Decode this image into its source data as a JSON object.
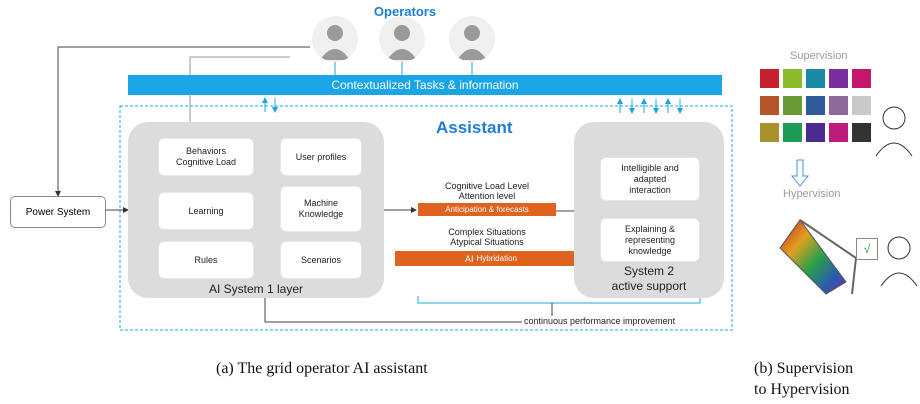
{
  "operators_title": "Operators",
  "contextualized_bar": "Contextualized Tasks & information",
  "assistant_title": "Assistant",
  "power_system": "Power System",
  "ai_system1": {
    "label": "AI System 1 layer",
    "behaviors_line1": "Behaviors",
    "behaviors_line2": "Cognitive Load",
    "learning": "Learning",
    "rules": "Rules",
    "user_profiles": "User profiles",
    "machine_line1": "Machine",
    "machine_line2": "Knowledge",
    "scenarios": "Scenarios"
  },
  "middle": {
    "cog_load_level": "Cognitive Load Level",
    "attention_level": "Attention level",
    "anticipation": "Anticipation & forecasts",
    "complex_situations": "Complex Situations",
    "atypical_situations": "Atypical Situations",
    "ai_prefix": "AI",
    "hybridation": "Hybridation"
  },
  "system2": {
    "intelligible_line1": "Intelligible and",
    "intelligible_line2": "adapted",
    "intelligible_line3": "interaction",
    "explaining_line1": "Explaining &",
    "explaining_line2": "representing",
    "explaining_line3": "knowledge",
    "label_line1": "System 2",
    "label_line2": "active support"
  },
  "continuous_improvement": "continuous performance improvement",
  "captions": {
    "a": "(a) The grid operator AI assistant",
    "b_line1": "(b)    Supervision",
    "b_line2": "to Hypervision"
  },
  "panel_b": {
    "supervision": "Supervision",
    "hypervision": "Hypervision",
    "checkmark": "√"
  },
  "colors": {
    "accent_blue": "#1aa6e6",
    "orange": "#e0621f",
    "gray_panel": "#dcdcdc",
    "title_blue": "#1f7dd6",
    "tile_colors": [
      "#c4202d",
      "#8cbb2a",
      "#1b8aa5",
      "#7b2ea0",
      "#c4176c",
      "#b5562a",
      "#6a9a35",
      "#2f5a9a",
      "#8c6b9a",
      "#c9c9c9",
      "#a8922a",
      "#1f9b58",
      "#4a2b8f",
      "#bf1b7a",
      "#333333"
    ]
  }
}
